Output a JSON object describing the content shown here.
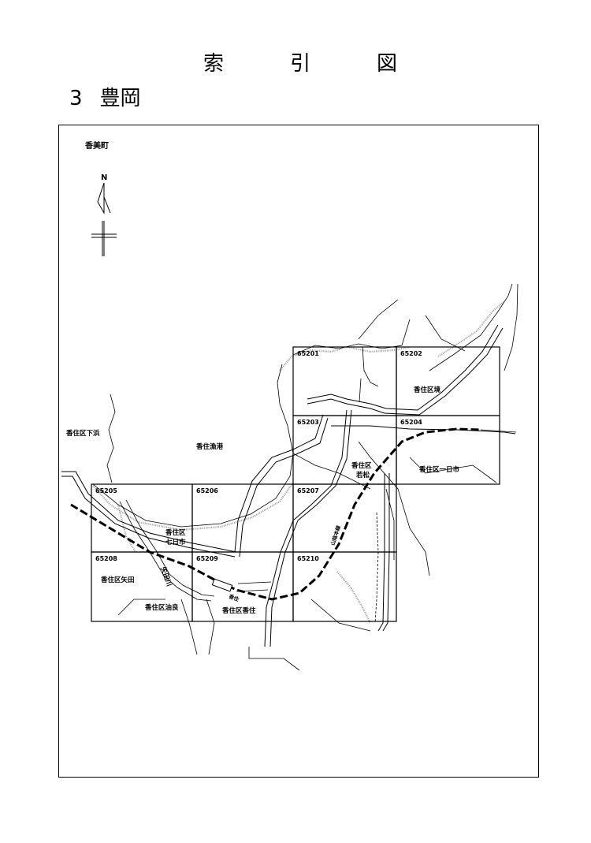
{
  "page": {
    "title_chars": [
      "索",
      "引",
      "図"
    ],
    "subtitle_number": "3",
    "subtitle_name": "豊岡"
  },
  "map": {
    "town": "香美町",
    "north": "N",
    "places": {
      "shimohama": "香住区下浜",
      "gyoko": "香住漁港",
      "sakai": "香住区境",
      "wakamatsu_1": "香住区",
      "wakamatsu_2": "若松",
      "ichinichi": "香住区一日市",
      "nanoka_1": "香住区",
      "nanoka_2": "七日市",
      "yata": "香住区矢田",
      "abura": "香住区油良",
      "kasumi": "香住区香住",
      "yata_river": "矢田川",
      "station": "香住",
      "railway": "山陰本線"
    },
    "sheets": [
      "65201",
      "65202",
      "65203",
      "65204",
      "65205",
      "65206",
      "65207",
      "65208",
      "65209",
      "65210"
    ]
  }
}
